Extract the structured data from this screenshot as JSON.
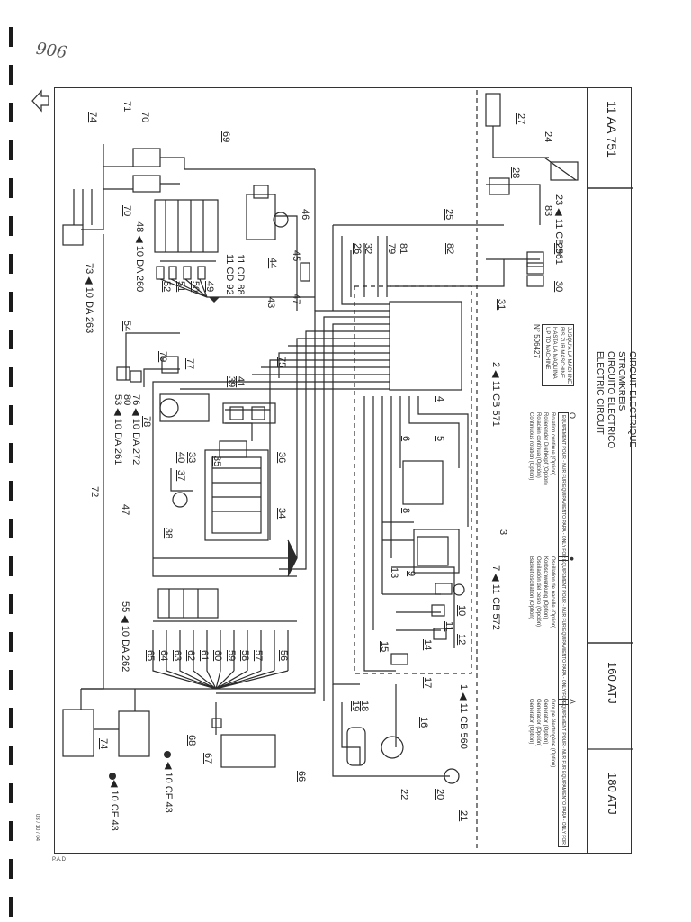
{
  "header": {
    "handwritten_note": "906",
    "code": "11 AA 751",
    "model_left": "160 ATJ",
    "model_right": "180 ATJ"
  },
  "title_lines": [
    "CIRCUIT ELECTRIQUE",
    "STROMKREIS",
    "CIRCUITO ELECTRICO",
    "ELECTRIC CIRCUIT"
  ],
  "machine_note": [
    "JUSQU'A LA MACHINE",
    "BIS ZUR MASCHINE",
    "HASTA LA MAQUINA",
    "UP TO MACHINE"
  ],
  "machine_number": "N° 506427",
  "legends": [
    {
      "symbol": "O",
      "head": "EQUIPEMENT POUR - NUR FUR EQUIPAMIENTO PARA - ONLY FOR",
      "lines": [
        "Rotation continue (Option)",
        "Rotierender Drehkopf (Option)",
        "Rotación continua (Opción)",
        "Continuous rotation (Option)"
      ]
    },
    {
      "symbol": "●",
      "head": "EQUIPEMENT POUR - NUR FUR EQUIPAMIENTO PARA - ONLY FOR",
      "lines": [
        "Oscillation de nacelle (Option)",
        "Korbschwenkung (Option)",
        "Oscilación del cesto (Opción)",
        "Basket oscillation (Option)"
      ]
    },
    {
      "symbol": "Δ",
      "head": "EQUIPEMENT POUR - NUR FUR EQUIPAMIENTO PARA - ONLY FOR",
      "lines": [
        "Groupe électrogène (Option)",
        "Generator (Option)",
        "Generador (Opción)",
        "Generator (Option)"
      ]
    }
  ],
  "labels": {
    "n1": "1",
    "n2": "2",
    "n3": "3",
    "n4": "4",
    "n5": "5",
    "n6": "6",
    "n7": "7",
    "n8": "8",
    "n9": "9",
    "n10": "10",
    "n11": "11",
    "n12": "12",
    "n13": "13",
    "n14": "14",
    "n15": "15",
    "n16": "16",
    "n17": "17",
    "n18": "18",
    "n19": "19",
    "n20": "20",
    "n21": "21",
    "n22": "22",
    "n23": "23",
    "n24": "24",
    "n25": "25",
    "n26": "26",
    "n27": "27",
    "n28": "28",
    "n29": "29",
    "n30": "30",
    "n31": "31",
    "n32": "32",
    "n33": "33",
    "n34": "34",
    "n35": "35",
    "n36": "36",
    "n37": "37",
    "n38": "38",
    "n39": "39",
    "n40": "40",
    "n41": "41",
    "n43": "43",
    "n44": "44",
    "n45": "45",
    "n46": "46",
    "n47": "47",
    "n47b": "47",
    "n48": "48",
    "n49": "49",
    "n50": "50",
    "n51": "51",
    "n52": "52",
    "n53": "53",
    "n54": "54",
    "n55": "55",
    "n56": "56",
    "n57": "57",
    "n58": "58",
    "n59": "59",
    "n60": "60",
    "n61": "61",
    "n62": "62",
    "n63": "63",
    "n64": "64",
    "n65": "65",
    "n66": "66",
    "n67": "67",
    "n68": "68",
    "n69": "69",
    "n70": "70",
    "n70b": "70",
    "n71": "71",
    "n72": "72",
    "n73": "73",
    "n74": "74",
    "n74b": "74",
    "n75": "75",
    "n76": "76",
    "n77": "77",
    "n78": "78",
    "n79": "79",
    "n79b": "79",
    "n80": "80",
    "n81": "81",
    "n82": "82",
    "n83": "83"
  },
  "refs": {
    "r1": "1 ◀ 11 CB 560",
    "r2": "2 ◀ 11 CB 571",
    "r7": "7 ◀ 11 CB 572",
    "r23": "23 ◀ 11 CB 561",
    "r44a": "11 CD 88",
    "r44b": "11 CD 92",
    "r48": "48 ◀ 10 DA 260",
    "r73": "73 ◀ 10 DA 263",
    "r53": "53 ◀ 10 DA 261",
    "r76": "76 ◀ 10 DA 272",
    "r55": "55 ◀ 10 DA 262",
    "rcf1": "◀ 10 CF 43",
    "rcf2": "◀ 10 CF 43"
  },
  "footer": {
    "date": "03 / 10 / 04",
    "author": "P.A.D"
  },
  "colors": {
    "line": "#2b2b2b",
    "paper": "#ffffff"
  }
}
